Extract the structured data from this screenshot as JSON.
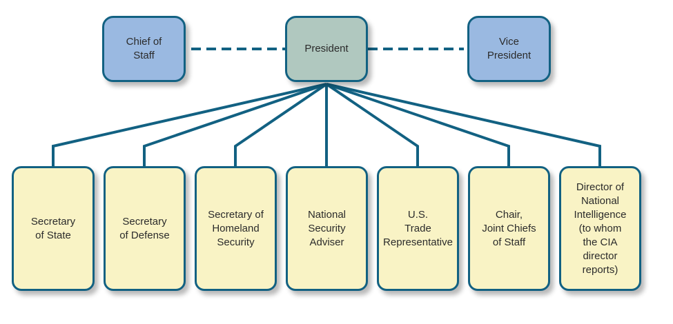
{
  "colors": {
    "line": "#126182",
    "top_side_fill": "#9ab9e1",
    "president_fill": "#b0c8bf",
    "bottom_fill": "#f9f3c5"
  },
  "top": {
    "chief_of_staff": "Chief of\nStaff",
    "president": "President",
    "vice_president": "Vice\nPresident"
  },
  "bottom": {
    "secretary_of_state": "Secretary\nof State",
    "secretary_of_defense": "Secretary\nof Defense",
    "secretary_of_homeland_security": "Secretary of\nHomeland\nSecurity",
    "national_security_adviser": "National\nSecurity\nAdviser",
    "us_trade_representative": "U.S.\nTrade\nRepresentative",
    "chair_joint_chiefs": "Chair,\nJoint Chiefs\nof Staff",
    "director_national_intelligence": "Director of\nNational\nIntelligence\n(to whom\nthe CIA\ndirector\nreports)"
  }
}
